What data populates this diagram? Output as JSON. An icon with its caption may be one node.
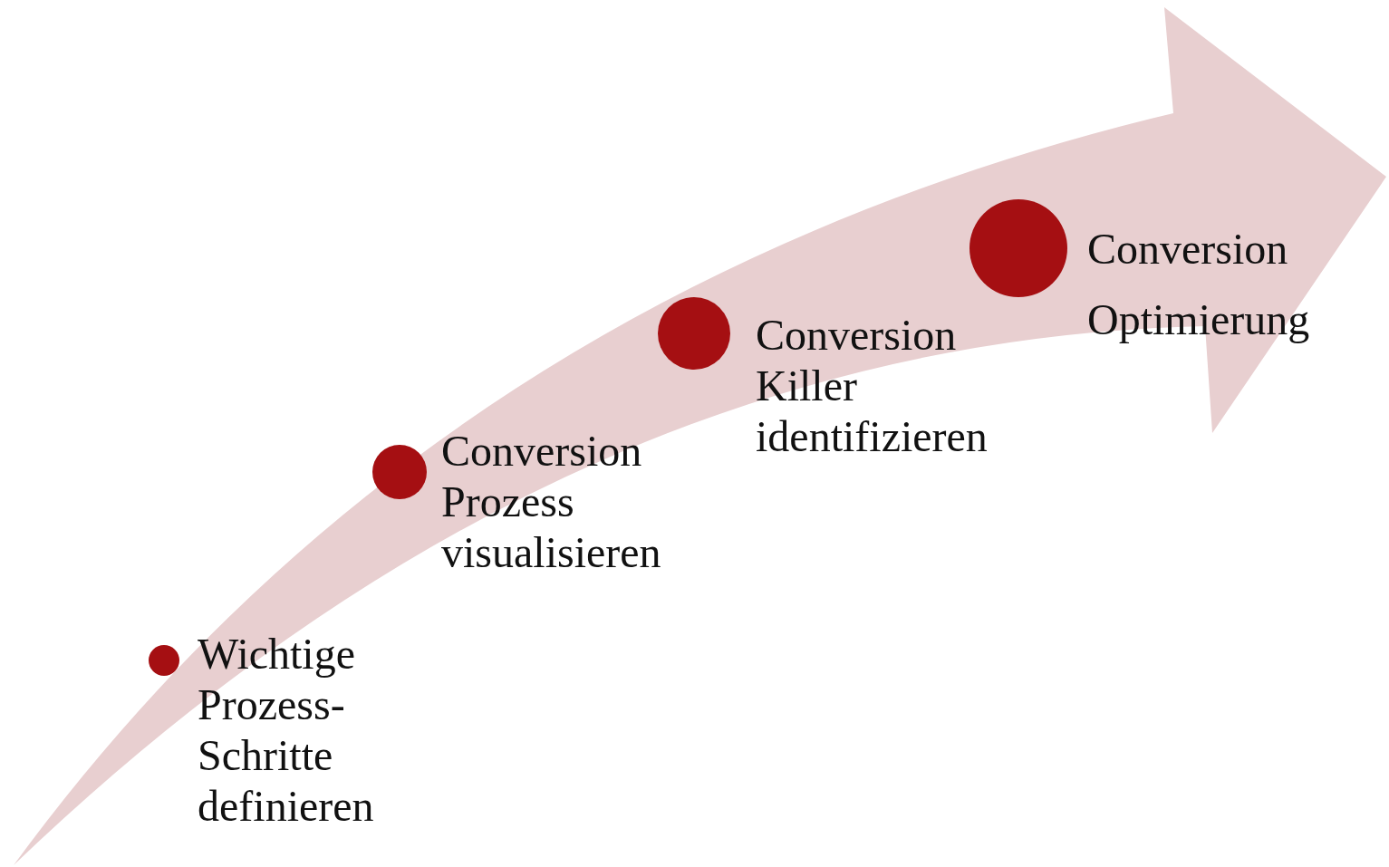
{
  "diagram": {
    "nodes": [
      {
        "text": [],
        "shape": "circle",
        "beside": [
          "Wichtige Prozess-Schritte definieren"
        ]
      },
      {
        "text": [],
        "shape": "circle",
        "beside": [
          "Conversion Prozess visualisieren"
        ]
      },
      {
        "text": [],
        "shape": "circle",
        "beside": [
          "Conversion Killer identifizieren"
        ]
      },
      {
        "text": [],
        "shape": "circle",
        "beside": [
          "Conversion Optimierung"
        ]
      }
    ]
  }
}
